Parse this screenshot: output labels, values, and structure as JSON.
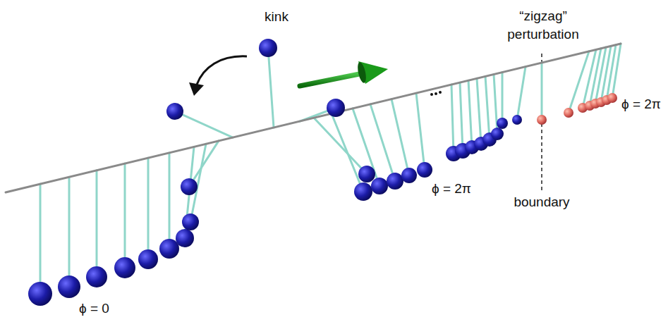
{
  "diagram": {
    "labels": [
      "kink",
      "“zigzag” perturbation",
      "ϕ = 2π",
      "ϕ = 0",
      "ϕ = 2π",
      "boundary"
    ]
  }
}
